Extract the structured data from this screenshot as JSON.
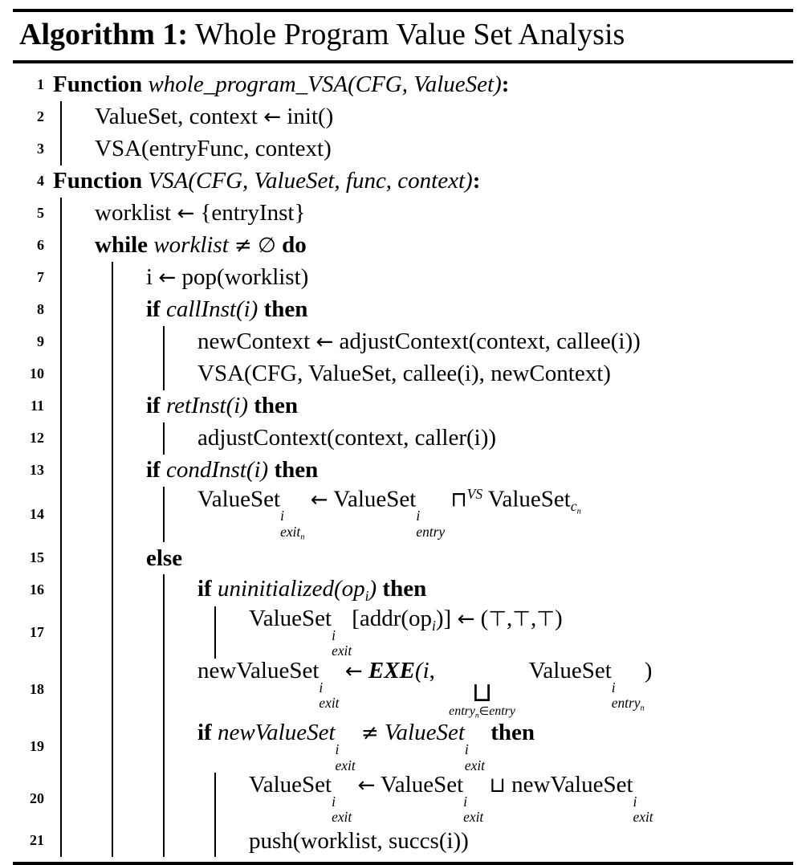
{
  "title": {
    "label": "Algorithm 1:",
    "text": " Whole Program Value Set Analysis"
  },
  "symbols": {
    "assign": "←",
    "not_equal": "≠",
    "empty_set": "∅",
    "meet": "⊓",
    "join": "⊔",
    "big_join": "⊔",
    "top": "⊤",
    "element_of": "∈"
  },
  "lines": [
    {
      "n": "1",
      "level": 0,
      "tokens": [
        {
          "v": "Function ",
          "s": "b"
        },
        {
          "v": "whole_program_VSA(CFG, ValueSet)",
          "s": "i"
        },
        {
          "v": ":",
          "s": "b"
        }
      ]
    },
    {
      "n": "2",
      "level": 1,
      "tokens": [
        {
          "v": "ValueSet, context "
        },
        {
          "v": "←",
          "s": "y"
        },
        {
          "v": " init()"
        }
      ]
    },
    {
      "n": "3",
      "level": 1,
      "tokens": [
        {
          "v": "VSA(entryFunc, context)"
        }
      ]
    },
    {
      "n": "4",
      "level": 0,
      "tokens": [
        {
          "v": "Function ",
          "s": "b"
        },
        {
          "v": "VSA(CFG, ValueSet, func, context)",
          "s": "i"
        },
        {
          "v": ":",
          "s": "b"
        }
      ]
    },
    {
      "n": "5",
      "level": 1,
      "tokens": [
        {
          "v": "worklist "
        },
        {
          "v": "←",
          "s": "y"
        },
        {
          "v": " {entryInst}"
        }
      ]
    },
    {
      "n": "6",
      "level": 1,
      "tokens": [
        {
          "v": "while ",
          "s": "b"
        },
        {
          "v": "worklist",
          "s": "i"
        },
        {
          "v": " "
        },
        {
          "v": "≠",
          "s": "y"
        },
        {
          "v": " "
        },
        {
          "v": "∅",
          "s": "y"
        },
        {
          "v": " "
        },
        {
          "v": "do",
          "s": "b"
        }
      ]
    },
    {
      "n": "7",
      "level": 2,
      "tokens": [
        {
          "v": "i "
        },
        {
          "v": "←",
          "s": "y"
        },
        {
          "v": " pop(worklist)"
        }
      ]
    },
    {
      "n": "8",
      "level": 2,
      "tokens": [
        {
          "v": "if ",
          "s": "b"
        },
        {
          "v": "callInst(i)",
          "s": "i"
        },
        {
          "v": " "
        },
        {
          "v": "then",
          "s": "b"
        }
      ]
    },
    {
      "n": "9",
      "level": 3,
      "tokens": [
        {
          "v": "newContext "
        },
        {
          "v": "←",
          "s": "y"
        },
        {
          "v": " adjustContext(context, callee(i))"
        }
      ]
    },
    {
      "n": "10",
      "level": 3,
      "tokens": [
        {
          "v": "VSA(CFG, ValueSet, callee(i), newContext)"
        }
      ]
    },
    {
      "n": "11",
      "level": 2,
      "tokens": [
        {
          "v": "if ",
          "s": "b"
        },
        {
          "v": "retInst(i)",
          "s": "i"
        },
        {
          "v": " "
        },
        {
          "v": "then",
          "s": "b"
        }
      ]
    },
    {
      "n": "12",
      "level": 3,
      "tokens": [
        {
          "v": "adjustContext(context, caller(i))"
        }
      ]
    },
    {
      "n": "13",
      "level": 2,
      "tokens": [
        {
          "v": "if ",
          "s": "b"
        },
        {
          "v": "condInst(i)",
          "s": "i"
        },
        {
          "v": " "
        },
        {
          "v": "then",
          "s": "b"
        }
      ]
    },
    {
      "n": "14",
      "level": 3,
      "tokens": [
        {
          "v": "ValueSet"
        },
        {
          "ss": {
            "sup": [
              {
                "v": "i",
                "s": "i"
              }
            ],
            "sub": [
              {
                "v": "exit",
                "s": "i"
              },
              {
                "sub": [
                  {
                    "v": "n",
                    "s": "i"
                  }
                ]
              }
            ]
          }
        },
        {
          "v": " "
        },
        {
          "v": "←",
          "s": "y"
        },
        {
          "v": " ValueSet"
        },
        {
          "ss": {
            "sup": [
              {
                "v": "i",
                "s": "i"
              }
            ],
            "sub": [
              {
                "v": "entry",
                "s": "i"
              }
            ]
          }
        },
        {
          "v": " "
        },
        {
          "v": "⊓",
          "s": "y"
        },
        {
          "sup": [
            {
              "v": "VS",
              "s": "i"
            }
          ]
        },
        {
          "v": " ValueSet"
        },
        {
          "sub": [
            {
              "v": "c",
              "s": "i"
            },
            {
              "sub": [
                {
                  "v": "n",
                  "s": "i"
                }
              ]
            }
          ]
        }
      ]
    },
    {
      "n": "15",
      "level": 2,
      "tokens": [
        {
          "v": "else",
          "s": "b"
        }
      ]
    },
    {
      "n": "16",
      "level": 3,
      "tokens": [
        {
          "v": "if ",
          "s": "b"
        },
        {
          "v": "uninitialized(op",
          "s": "i"
        },
        {
          "sub": [
            {
              "v": "i",
              "s": "i"
            }
          ]
        },
        {
          "v": ")",
          "s": "i"
        },
        {
          "v": " "
        },
        {
          "v": "then",
          "s": "b"
        }
      ]
    },
    {
      "n": "17",
      "level": 4,
      "tokens": [
        {
          "v": "ValueSet"
        },
        {
          "ss": {
            "sup": [
              {
                "v": "i",
                "s": "i"
              }
            ],
            "sub": [
              {
                "v": "exit",
                "s": "i"
              }
            ]
          }
        },
        {
          "v": "[addr(op"
        },
        {
          "sub": [
            {
              "v": "i",
              "s": "i"
            }
          ]
        },
        {
          "v": ")] "
        },
        {
          "v": "←",
          "s": "y"
        },
        {
          "v": " ("
        },
        {
          "v": "⊤",
          "s": "y"
        },
        {
          "v": ","
        },
        {
          "v": "⊤",
          "s": "y"
        },
        {
          "v": ","
        },
        {
          "v": "⊤",
          "s": "y"
        },
        {
          "v": ")"
        }
      ]
    },
    {
      "n": "18",
      "level": 3,
      "tokens": [
        {
          "v": "newValueSet"
        },
        {
          "ss": {
            "sup": [
              {
                "v": "i",
                "s": "i"
              }
            ],
            "sub": [
              {
                "v": "exit",
                "s": "i"
              }
            ]
          }
        },
        {
          "v": " "
        },
        {
          "v": "←",
          "s": "y"
        },
        {
          "v": " "
        },
        {
          "v": "EXE",
          "s": "bi"
        },
        {
          "v": "(",
          "s": "i"
        },
        {
          "v": "i",
          "s": "i"
        },
        {
          "v": ", "
        },
        {
          "big": {
            "op": "⊔",
            "under": [
              {
                "v": "entry",
                "s": "i"
              },
              {
                "sub": [
                  {
                    "v": "n",
                    "s": "i"
                  }
                ]
              },
              {
                "v": "∈",
                "s": "y"
              },
              {
                "v": "entry",
                "s": "i"
              }
            ]
          }
        },
        {
          "v": " ValueSet"
        },
        {
          "ss": {
            "sup": [
              {
                "v": "i",
                "s": "i"
              }
            ],
            "sub": [
              {
                "v": "entry",
                "s": "i"
              },
              {
                "sub": [
                  {
                    "v": "n",
                    "s": "i"
                  }
                ]
              }
            ]
          }
        },
        {
          "v": ")"
        }
      ]
    },
    {
      "n": "19",
      "level": 3,
      "tokens": [
        {
          "v": "if ",
          "s": "b"
        },
        {
          "v": "newValueSet",
          "s": "i"
        },
        {
          "ss": {
            "sup": [
              {
                "v": "i",
                "s": "i"
              }
            ],
            "sub": [
              {
                "v": "exit",
                "s": "i"
              }
            ]
          }
        },
        {
          "v": " "
        },
        {
          "v": "≠",
          "s": "y"
        },
        {
          "v": " "
        },
        {
          "v": "ValueSet",
          "s": "i"
        },
        {
          "ss": {
            "sup": [
              {
                "v": "i",
                "s": "i"
              }
            ],
            "sub": [
              {
                "v": "exit",
                "s": "i"
              }
            ]
          }
        },
        {
          "v": " "
        },
        {
          "v": "then",
          "s": "b"
        }
      ]
    },
    {
      "n": "20",
      "level": 4,
      "tokens": [
        {
          "v": "ValueSet"
        },
        {
          "ss": {
            "sup": [
              {
                "v": "i",
                "s": "i"
              }
            ],
            "sub": [
              {
                "v": "exit",
                "s": "i"
              }
            ]
          }
        },
        {
          "v": " "
        },
        {
          "v": "←",
          "s": "y"
        },
        {
          "v": " ValueSet"
        },
        {
          "ss": {
            "sup": [
              {
                "v": "i",
                "s": "i"
              }
            ],
            "sub": [
              {
                "v": "exit",
                "s": "i"
              }
            ]
          }
        },
        {
          "v": " "
        },
        {
          "v": "⊔",
          "s": "y"
        },
        {
          "v": " newValueSet"
        },
        {
          "ss": {
            "sup": [
              {
                "v": "i",
                "s": "i"
              }
            ],
            "sub": [
              {
                "v": "exit",
                "s": "i"
              }
            ]
          }
        }
      ]
    },
    {
      "n": "21",
      "level": 4,
      "tokens": [
        {
          "v": "push(worklist, succs(i))"
        }
      ]
    }
  ]
}
